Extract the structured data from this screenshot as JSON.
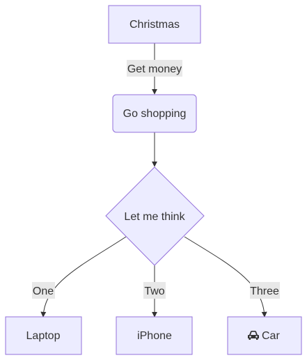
{
  "nodes": {
    "christmas": "Christmas",
    "shopping": "Go shopping",
    "think": "Let me think",
    "laptop": "Laptop",
    "iphone": "iPhone",
    "car": "Car"
  },
  "icons": {
    "car": "car-icon"
  },
  "edges": {
    "get_money": "Get money",
    "one": "One",
    "two": "Two",
    "three": "Three"
  },
  "colors": {
    "node_fill": "#ECECFF",
    "node_stroke": "#9370DB",
    "edge": "#333333",
    "label_bg": "#E8E8E8",
    "text": "#333333"
  }
}
